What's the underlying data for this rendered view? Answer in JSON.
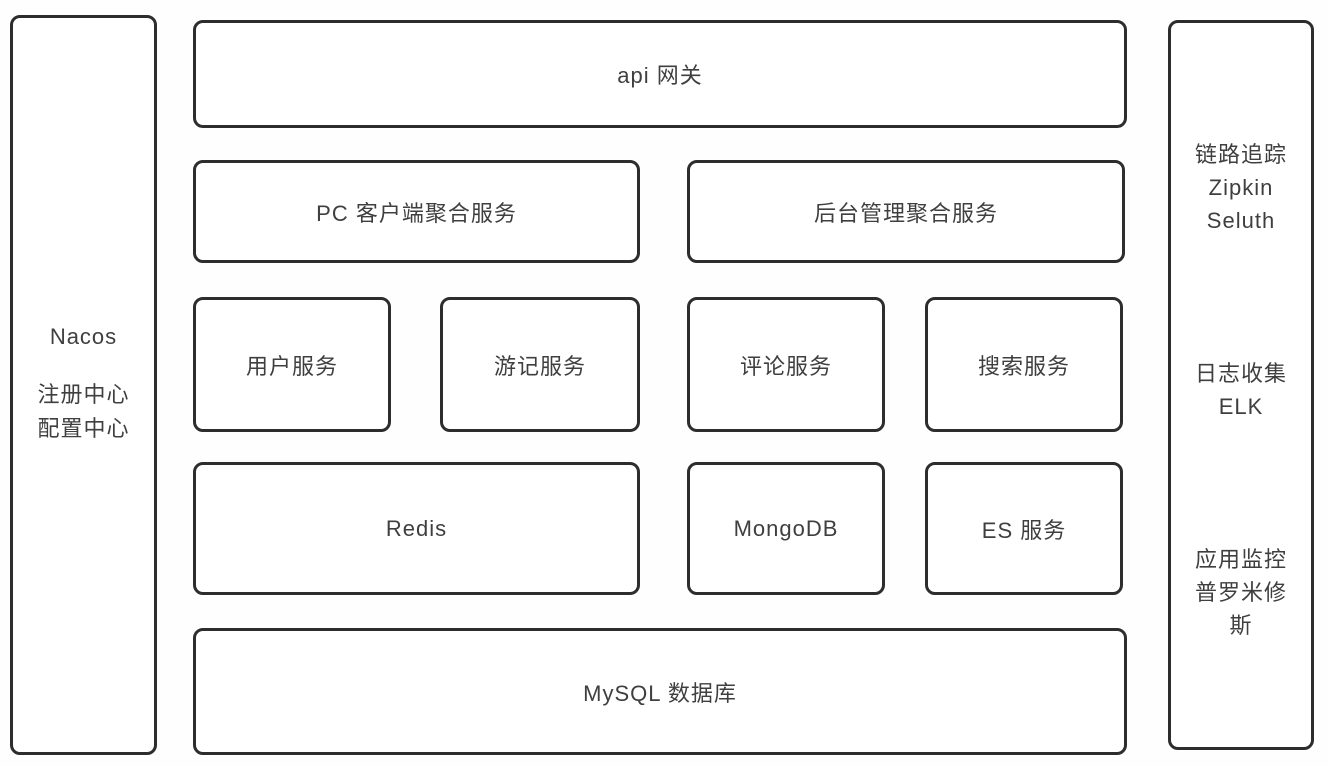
{
  "diagram": {
    "left_panel": {
      "title": "Nacos",
      "line1": "注册中心",
      "line2": "配置中心"
    },
    "api_gateway": {
      "label": "api 网关"
    },
    "aggregation_services": [
      {
        "label": "PC 客户端聚合服务"
      },
      {
        "label": "后台管理聚合服务"
      }
    ],
    "services": [
      {
        "label": "用户服务"
      },
      {
        "label": "游记服务"
      },
      {
        "label": "评论服务"
      },
      {
        "label": "搜索服务"
      }
    ],
    "data_stores": [
      {
        "label": "Redis"
      },
      {
        "label": "MongoDB"
      },
      {
        "label": "ES 服务"
      }
    ],
    "database": {
      "label": "MySQL 数据库"
    },
    "right_panel": {
      "tracing": {
        "line1": "链路追踪",
        "line2": "Zipkin",
        "line3": "Seluth"
      },
      "logging": {
        "line1": "日志收集",
        "line2": "ELK"
      },
      "monitoring": {
        "line1": "应用监控",
        "line2": "普罗米修斯"
      }
    },
    "colors": {
      "box_border": "#2d2d2d",
      "text": "#3f3f3f",
      "background": "#fefefe"
    }
  }
}
